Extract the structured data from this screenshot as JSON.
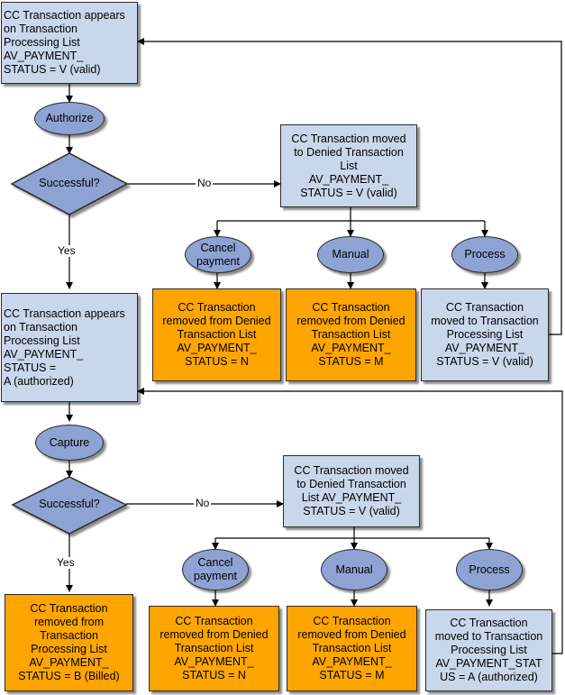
{
  "boxes": {
    "start": "CC Transaction appears\non Transaction\nProcessing List\nAV_PAYMENT_\nSTATUS = V (valid)",
    "denied1": "CC Transaction moved\nto Denied Transaction\nList\nAV_PAYMENT_\nSTATUS = V (valid)",
    "removed_n1": "CC Transaction\nremoved from Denied\nTransaction List\nAV_PAYMENT_\nSTATUS = N",
    "removed_m1": "CC Transaction\nremoved from Denied\nTransaction List\nAV_PAYMENT_\nSTATUS = M",
    "moved_back1": "CC Transaction\nmoved to Transaction\nProcessing List\nAV_PAYMENT_\nSTATUS = V (valid)",
    "authorized": "CC Transaction appears\non Transaction\nProcessing List\nAV_PAYMENT_\nSTATUS =\nA (authorized)",
    "denied2": "CC Transaction moved\nto Denied Transaction\nList AV_PAYMENT_\nSTATUS = V (valid)",
    "billed": "CC Transaction\nremoved from\nTransaction\nProcessing List\nAV_PAYMENT_\nSTATUS = B (Billed)",
    "removed_n2": "CC Transaction\nremoved from Denied\nTransaction List\nAV_PAYMENT_\nSTATUS = N",
    "removed_m2": "CC Transaction\nremoved from Denied\nTransaction List\nAV_PAYMENT_\nSTATUS = M",
    "moved_back2": "CC Transaction\nmoved  to Transaction\nProcessing List\nAV_PAYMENT_STAT\nUS = A (authorized)"
  },
  "ovals": {
    "authorize": "Authorize",
    "cancel1": "Cancel\npayment",
    "manual1": "Manual",
    "process1": "Process",
    "capture": "Capture",
    "cancel2": "Cancel\npayment",
    "manual2": "Manual",
    "process2": "Process"
  },
  "decisions": {
    "successful1": "Successful?",
    "successful2": "Successful?"
  },
  "edge_labels": {
    "no1": "No",
    "yes1": "Yes",
    "no2": "No",
    "yes2": "Yes"
  },
  "colors": {
    "box_blue": "#c9d7ec",
    "box_orange": "#ffa500",
    "oval_fill": "#8ea3d4",
    "diamond_fill": "#8ea3d4",
    "line": "#000000"
  }
}
